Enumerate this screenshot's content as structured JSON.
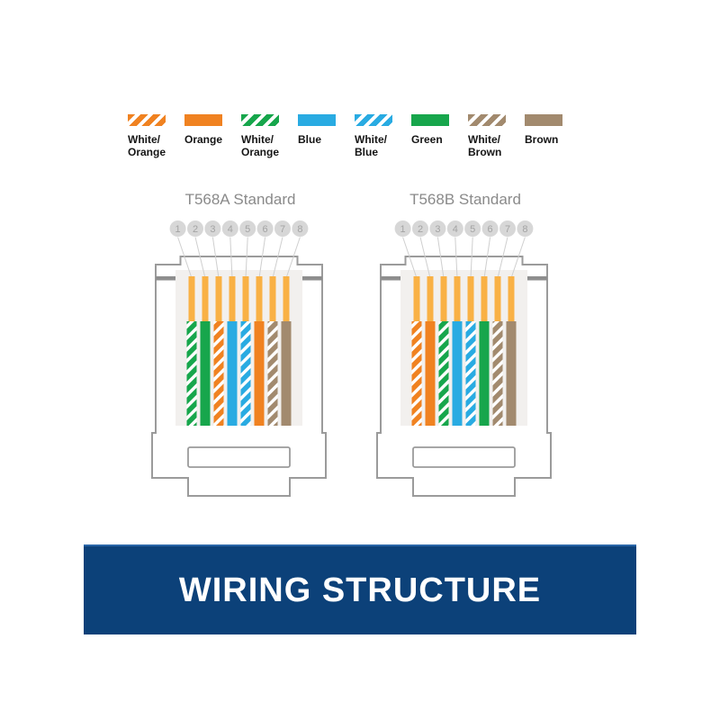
{
  "legend": {
    "items": [
      {
        "label_lines": [
          "White/",
          "Orange"
        ],
        "color_name": "orange",
        "striped": true
      },
      {
        "label_lines": [
          "Orange"
        ],
        "color_name": "orange",
        "striped": false
      },
      {
        "label_lines": [
          "White/",
          "Orange"
        ],
        "color_name": "green",
        "striped": true
      },
      {
        "label_lines": [
          "Blue"
        ],
        "color_name": "blue",
        "striped": false
      },
      {
        "label_lines": [
          "White/",
          "Blue"
        ],
        "color_name": "blue",
        "striped": true
      },
      {
        "label_lines": [
          "Green"
        ],
        "color_name": "green",
        "striped": false
      },
      {
        "label_lines": [
          "White/",
          "Brown"
        ],
        "color_name": "brown",
        "striped": true
      },
      {
        "label_lines": [
          "Brown"
        ],
        "color_name": "brown",
        "striped": false
      }
    ]
  },
  "palette": {
    "orange": "#f08221",
    "green": "#17a64c",
    "blue": "#29abe2",
    "brown": "#a28a6e",
    "pin_gold": "#f9b145",
    "stripe_white": "#ffffff"
  },
  "connectors": [
    {
      "title": "T568A Standard",
      "pin_numbers": [
        "1",
        "2",
        "3",
        "4",
        "5",
        "6",
        "7",
        "8"
      ],
      "wires": [
        {
          "color_name": "green",
          "striped": true
        },
        {
          "color_name": "green",
          "striped": false
        },
        {
          "color_name": "orange",
          "striped": true
        },
        {
          "color_name": "blue",
          "striped": false
        },
        {
          "color_name": "blue",
          "striped": true
        },
        {
          "color_name": "orange",
          "striped": false
        },
        {
          "color_name": "brown",
          "striped": true
        },
        {
          "color_name": "brown",
          "striped": false
        }
      ]
    },
    {
      "title": "T568B Standard",
      "pin_numbers": [
        "1",
        "2",
        "3",
        "4",
        "5",
        "6",
        "7",
        "8"
      ],
      "wires": [
        {
          "color_name": "orange",
          "striped": true
        },
        {
          "color_name": "orange",
          "striped": false
        },
        {
          "color_name": "green",
          "striped": true
        },
        {
          "color_name": "blue",
          "striped": false
        },
        {
          "color_name": "blue",
          "striped": true
        },
        {
          "color_name": "green",
          "striped": false
        },
        {
          "color_name": "brown",
          "striped": true
        },
        {
          "color_name": "brown",
          "striped": false
        }
      ]
    }
  ],
  "banner": {
    "label": "WIRING STRUCTURE",
    "bg_color": "#0c4179",
    "text_color": "#ffffff"
  },
  "diagram_colors": {
    "outline": "#9b9b9b",
    "chamber": "#f2f0ee",
    "dark_bar": "#8e8e8e",
    "circle_fill": "#d7d7d7",
    "circle_text": "#a3a3a3",
    "guide_line": "#cfcfcf",
    "title_text": "#8a8a8a"
  }
}
